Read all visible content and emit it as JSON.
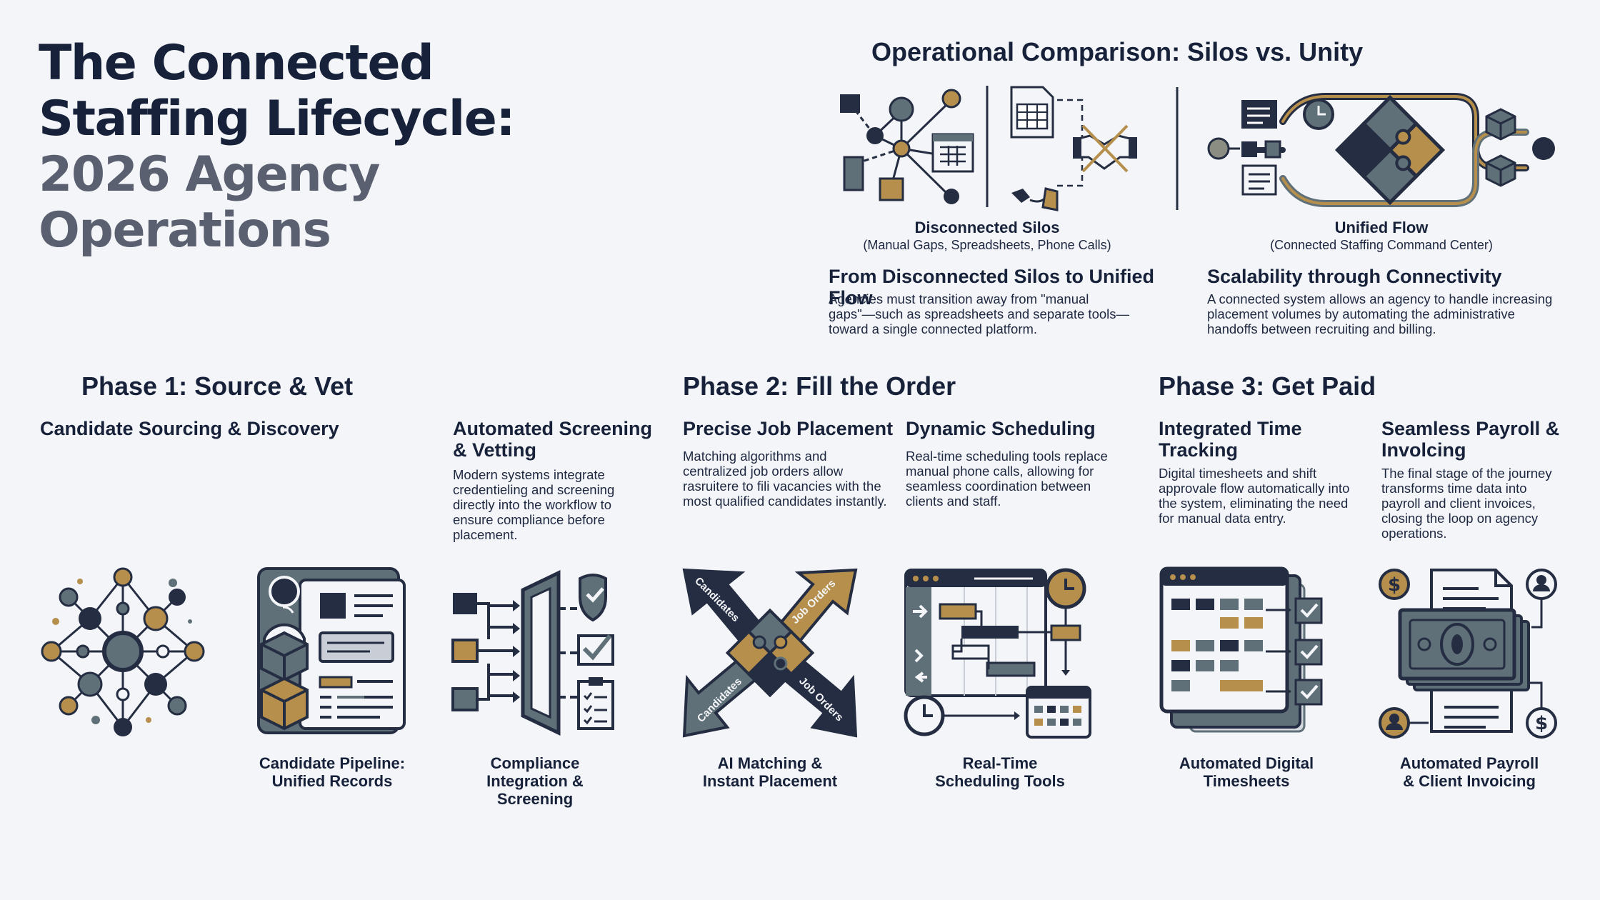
{
  "title": {
    "line1": "The Connected",
    "line2": "Staffing Lifecycle:",
    "line3": "2026 Agency Operations"
  },
  "comparison": {
    "heading": "Operational Comparison: Silos vs. Unity",
    "left": {
      "label": "Disconnected Silos",
      "sublabel": "(Manual Gaps, Spreadsheets, Phone Calls)"
    },
    "right": {
      "label": "Unified Flow",
      "sublabel": "(Connected Staffing Command Center)"
    },
    "points": [
      {
        "title": "From Disconnected Silos to Unified Flow",
        "text": "Agencies must transition away from \"manual gaps\"—such as spreadsheets and separate tools—toward a single connected platform."
      },
      {
        "title": "Scalability through Connectivity",
        "text": "A connected system allows an agency to handle increasing placement volumes by automating the administrative handoffs between recruiting and billing."
      }
    ]
  },
  "phases": [
    {
      "title": "Phase 1: Source & Vet"
    },
    {
      "title": "Phase 2: Fill the Order"
    },
    {
      "title": "Phase 3: Get Paid"
    }
  ],
  "steps": [
    {
      "title": "Candidate Sourcing & Discovery",
      "text": ""
    },
    {
      "title": "Automated Screening & Vetting",
      "text": "Modern systems integrate credentieling and screening directly into the workflow to ensure compliance before placement."
    },
    {
      "title": "Precise Job Placement",
      "text": "Matching algorithms and centralized job orders allow rasruitere to fili vacancies with the most qualified candidates instantly."
    },
    {
      "title": "Dynamic Scheduling",
      "text": "Real-time scheduling tools replace manual phone calls, allowing for seamless coordination between clients and staff."
    },
    {
      "title": "Integrated Time Tracking",
      "text": "Digital timesheets and shift approvale flow automatically into the system, eliminating the need for manual data entry."
    },
    {
      "title": "Seamless Payroll & Involcing",
      "text": "The final stage of the journey transforms time data into payroll and client invoices, closing the loop on agency operations."
    }
  ],
  "icons": [
    {
      "name": "network-icon",
      "label": ""
    },
    {
      "name": "candidate-records-icon",
      "label": "Candidate Pipeline: Unified Records"
    },
    {
      "name": "compliance-funnel-icon",
      "label": "Compliance Integration & Screening"
    },
    {
      "name": "matching-arrows-icon",
      "label": "AI Matching & Instant Placement",
      "tags": [
        "Candidates",
        "Job Orders",
        "Candidates",
        "Job Orders"
      ]
    },
    {
      "name": "scheduling-board-icon",
      "label": "Real-Time Scheduling Tools"
    },
    {
      "name": "timesheet-icon",
      "label": "Automated Digital Timesheets"
    },
    {
      "name": "payroll-invoice-icon",
      "label": "Automated Payroll & Client Invoicing"
    }
  ],
  "colors": {
    "navy": "#252d42",
    "slate": "#5f7079",
    "gold": "#b58f4b",
    "background": "#f3f5f8"
  }
}
